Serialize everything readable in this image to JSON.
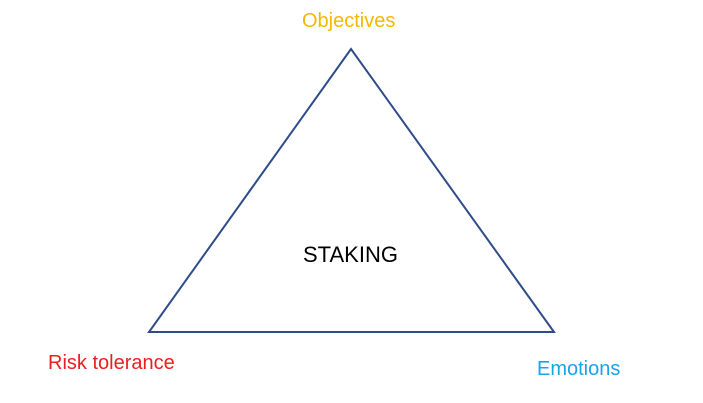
{
  "diagram": {
    "center_label": "STAKING",
    "vertices": {
      "top": {
        "label": "Objectives",
        "color": "#F5B800"
      },
      "bottom_left": {
        "label": "Risk tolerance",
        "color": "#E8211E"
      },
      "bottom_right": {
        "label": "Emotions",
        "color": "#1AA3E8"
      }
    },
    "triangle": {
      "stroke_color": "#2F4C8A",
      "fill": "none"
    },
    "center_color": "#000000"
  }
}
